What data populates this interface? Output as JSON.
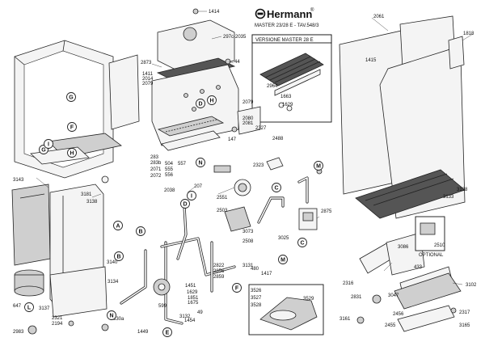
{
  "header": {
    "brand": "Hermann",
    "registered": "®",
    "model_line": "MASTER 23/28 E - TAV.548/3"
  },
  "inset": {
    "title": "VERSIONE MASTER 28 E"
  },
  "optional_box": {
    "label": "OPTIONAL"
  },
  "part_numbers": [
    "1414",
    "297c-2035",
    "2873",
    "44",
    "1411",
    "2014",
    "2079",
    "2079",
    "2080",
    "2081",
    "147",
    "2327",
    "2488",
    "2061",
    "1415",
    "1818",
    "2964",
    "1663",
    "1629",
    "283",
    "283b",
    "2071",
    "2072",
    "2038",
    "504",
    "555",
    "556",
    "557",
    "2323",
    "3143",
    "3181",
    "3138",
    "3140",
    "3134",
    "647",
    "3137",
    "2983",
    "2321",
    "2194",
    "599",
    "1449",
    "1454",
    "3132",
    "49",
    "330a",
    "207",
    "2551",
    "2503",
    "3073",
    "2508",
    "3025",
    "480",
    "2875",
    "1417",
    "2822",
    "2856",
    "2859",
    "3131",
    "1451",
    "1629",
    "1851",
    "1675",
    "3128",
    "3133",
    "2510",
    "3086",
    "433",
    "3102",
    "2316",
    "2831",
    "3047",
    "2456",
    "2317",
    "2455",
    "3165",
    "3161",
    "3526",
    "3527",
    "3528",
    "3529"
  ],
  "circle_labels": [
    "A",
    "B",
    "C",
    "D",
    "E",
    "F",
    "G",
    "H",
    "I",
    "L",
    "M",
    "N"
  ]
}
